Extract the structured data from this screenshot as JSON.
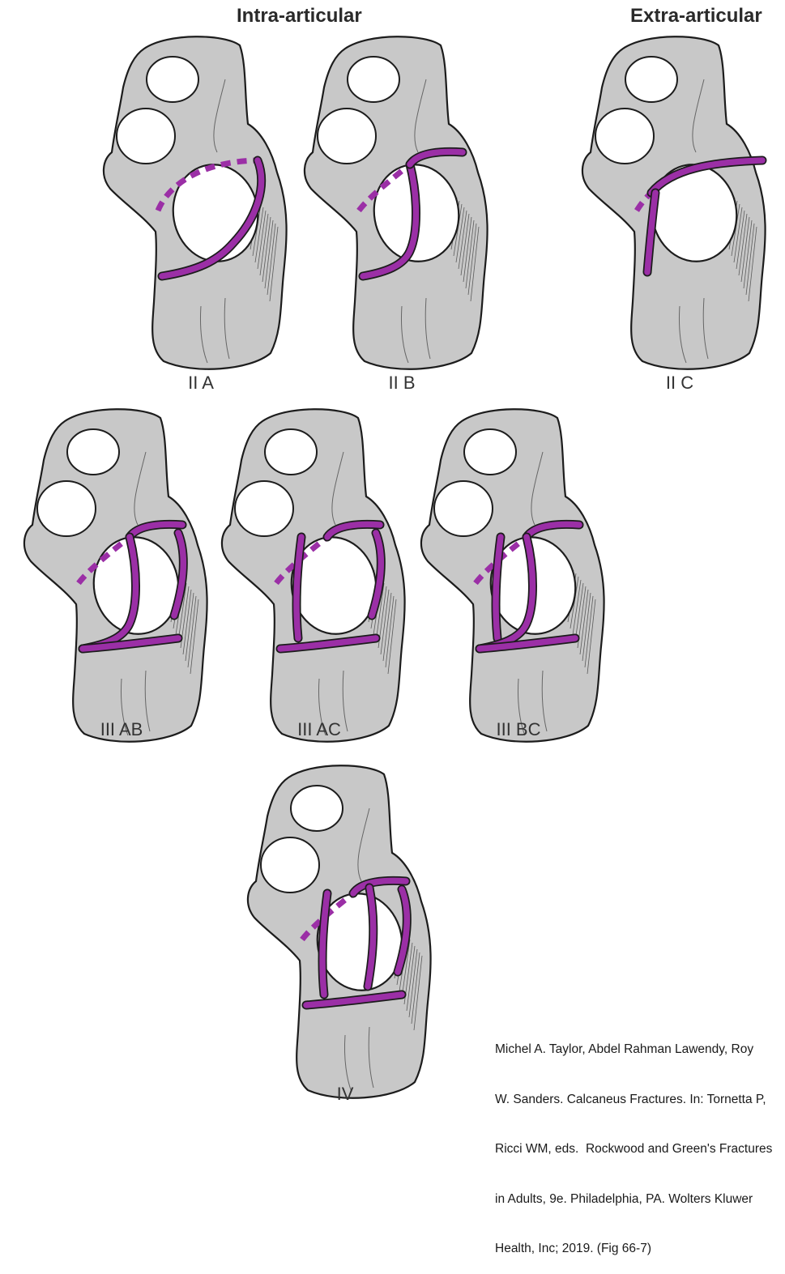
{
  "headers": {
    "intra": "Intra-articular",
    "extra": "Extra-articular"
  },
  "figures": [
    {
      "id": "IIA",
      "label": "II A",
      "type": "IIA"
    },
    {
      "id": "IIB",
      "label": "II B",
      "type": "IIB"
    },
    {
      "id": "IIC",
      "label": "II C",
      "type": "IIC"
    },
    {
      "id": "IIIAB",
      "label": "III AB",
      "type": "IIIAB"
    },
    {
      "id": "IIIAC",
      "label": "III AC",
      "type": "IIIAC"
    },
    {
      "id": "IIIBC",
      "label": "III BC",
      "type": "IIIBC"
    },
    {
      "id": "IV",
      "label": "IV",
      "type": "IV"
    }
  ],
  "citation": {
    "lines": [
      "Michel A. Taylor, Abdel Rahman Lawendy, Roy",
      "W. Sanders. Calcaneus Fractures. In: Tornetta P,",
      "Ricci WM, eds.  Rockwood and Green's Fractures",
      "in Adults, 9e. Philadelphia, PA. Wolters Kluwer",
      "Health, Inc; 2019. (Fig 66-7)"
    ]
  },
  "colors": {
    "fracture": "#9b2fa6",
    "bone": "#c8c8c8",
    "outline": "#1c1c1c",
    "facet": "#ffffff"
  }
}
